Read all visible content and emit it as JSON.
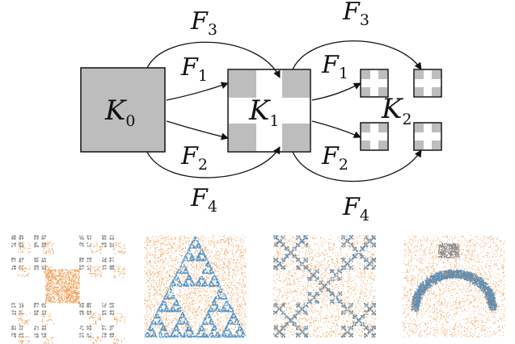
{
  "diagram": {
    "nodes": [
      {
        "id": "K0",
        "base": "K",
        "sub": "0"
      },
      {
        "id": "K1",
        "base": "K",
        "sub": "1"
      },
      {
        "id": "K2",
        "base": "K",
        "sub": "2"
      }
    ],
    "edges": [
      {
        "id": "F1a",
        "base": "F",
        "sub": "1"
      },
      {
        "id": "F2a",
        "base": "F",
        "sub": "2"
      },
      {
        "id": "F3a",
        "base": "F",
        "sub": "3"
      },
      {
        "id": "F4a",
        "base": "F",
        "sub": "4"
      },
      {
        "id": "F1b",
        "base": "F",
        "sub": "1"
      },
      {
        "id": "F2b",
        "base": "F",
        "sub": "2"
      },
      {
        "id": "F3b",
        "base": "F",
        "sub": "3"
      },
      {
        "id": "F4b",
        "base": "F",
        "sub": "4"
      }
    ],
    "colors": {
      "fill": "#bdbdbd",
      "stroke": "#111111",
      "orange": "#f0a45e",
      "blue": "#4a90c8",
      "grey": "#8a8a8a"
    }
  },
  "fractal_panels": [
    {
      "id": "panel-1",
      "pattern": "t-square-corners-orange"
    },
    {
      "id": "panel-2",
      "pattern": "sierpinski-triangle-blue-on-orange"
    },
    {
      "id": "panel-3",
      "pattern": "x-fractal-grey-blue"
    },
    {
      "id": "panel-4",
      "pattern": "arc-clusters-grey-blue"
    }
  ]
}
